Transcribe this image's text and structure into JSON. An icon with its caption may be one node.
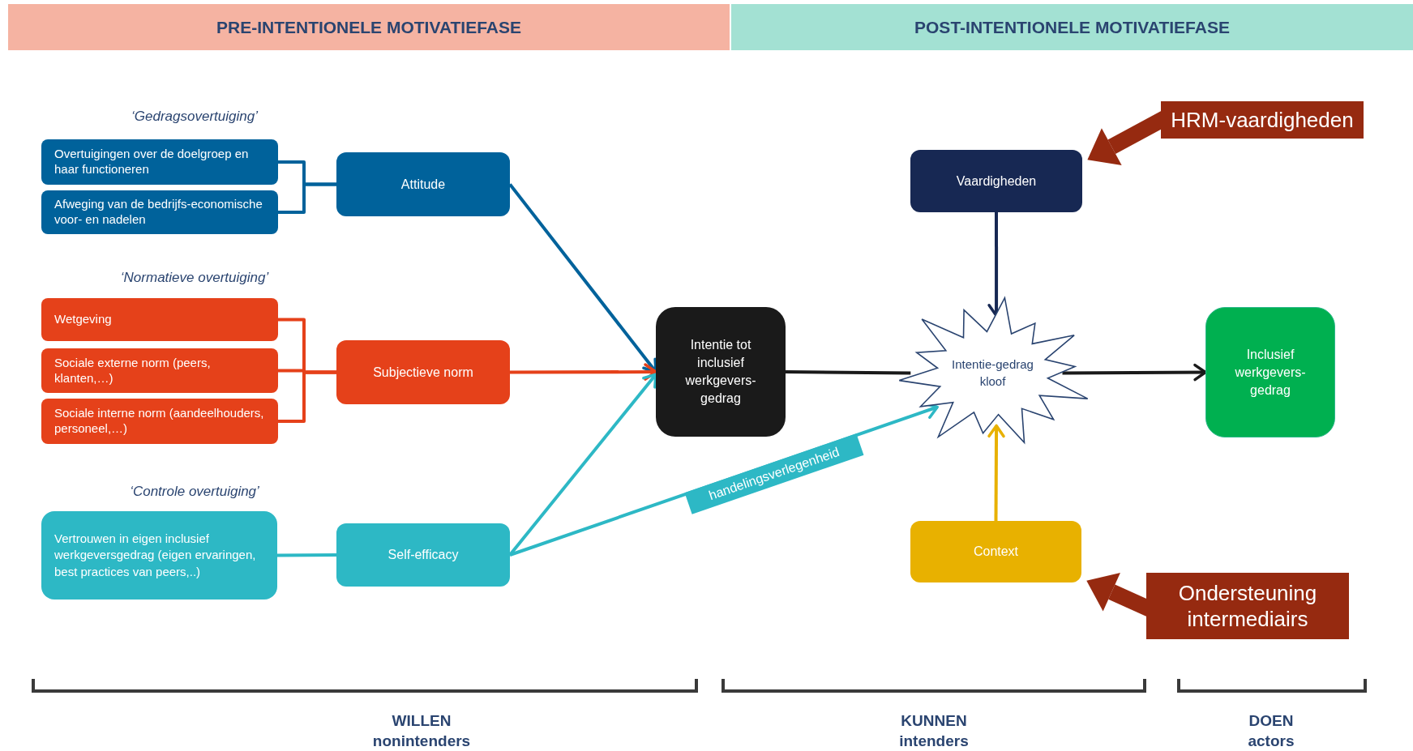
{
  "diagram": {
    "nodes": [
      {
        "text": [
          "PRE-INTENTIONELE MOTIVATIEFASE"
        ]
      },
      {
        "text": [
          "POST-INTENTIONELE MOTIVATIEFASE"
        ]
      },
      {
        "text": [
          "Overtuigingen over de doelgroep en haar functioneren"
        ]
      },
      {
        "text": [
          "Afweging van de bedrijfs-economische voor- en nadelen"
        ]
      },
      {
        "text": [
          "Attitude"
        ]
      },
      {
        "text": [
          "Wetgeving"
        ]
      },
      {
        "text": [
          "Sociale externe norm (peers, klanten,…)"
        ]
      },
      {
        "text": [
          "Sociale interne norm (aandeelhouders, personeel,…)"
        ]
      },
      {
        "text": [
          "Subjectieve norm"
        ]
      },
      {
        "text": [
          "Vertrouwen in eigen inclusief werkgeversgedrag (eigen ervaringen, best practices van peers,..)"
        ]
      },
      {
        "text": [
          "Self-efficacy"
        ]
      },
      {
        "text": [
          "Intentie tot inclusief werkgevers-gedrag"
        ]
      },
      {
        "text": [
          "Intentie-gedrag kloof"
        ]
      },
      {
        "text": [
          "Vaardigheden"
        ]
      },
      {
        "text": [
          "Context"
        ]
      },
      {
        "text": [
          "Inclusief werkgevers-gedrag"
        ]
      },
      {
        "text": [
          "HRM-vaardigheden"
        ]
      },
      {
        "text": [
          "Ondersteuning intermediairs"
        ]
      }
    ],
    "edges": [
      {
        "from": 2,
        "to": 4,
        "arrow": "none",
        "color": "#00629b"
      },
      {
        "from": 3,
        "to": 4,
        "arrow": "none",
        "color": "#00629b"
      },
      {
        "from": 5,
        "to": 8,
        "arrow": "none",
        "color": "#e5411a"
      },
      {
        "from": 6,
        "to": 8,
        "arrow": "none",
        "color": "#e5411a"
      },
      {
        "from": 7,
        "to": 8,
        "arrow": "none",
        "color": "#e5411a"
      },
      {
        "from": 9,
        "to": 10,
        "arrow": "none",
        "color": "#2db8c5"
      },
      {
        "from": 4,
        "to": 11,
        "arrow": "to",
        "color": "#00629b"
      },
      {
        "from": 8,
        "to": 11,
        "arrow": "to",
        "color": "#e5411a"
      },
      {
        "from": 10,
        "to": 11,
        "arrow": "to",
        "color": "#2db8c5"
      },
      {
        "from": 10,
        "to": 12,
        "arrow": "to",
        "label": "handelingsverlegenheid",
        "color": "#2db8c5"
      },
      {
        "from": 11,
        "to": 12,
        "arrow": "none",
        "color": "#1a1a1a"
      },
      {
        "from": 12,
        "to": 15,
        "arrow": "to",
        "color": "#1a1a1a"
      },
      {
        "from": 13,
        "to": 12,
        "arrow": "to",
        "color": "#172853"
      },
      {
        "from": 14,
        "to": 12,
        "arrow": "to",
        "color": "#e8b100"
      },
      {
        "from": 16,
        "to": 13,
        "arrow": "to",
        "style": "thick",
        "color": "#962a10"
      },
      {
        "from": 17,
        "to": 14,
        "arrow": "to",
        "style": "thick",
        "color": "#962a10"
      }
    ],
    "labels": [
      "‘Gedragsovertuiging’",
      "‘Normatieve overtuiging’",
      "‘Controle overtuiging’",
      "WILLEN",
      "nonintenders",
      "KUNNEN",
      "intenders",
      "DOEN",
      "actors"
    ]
  }
}
